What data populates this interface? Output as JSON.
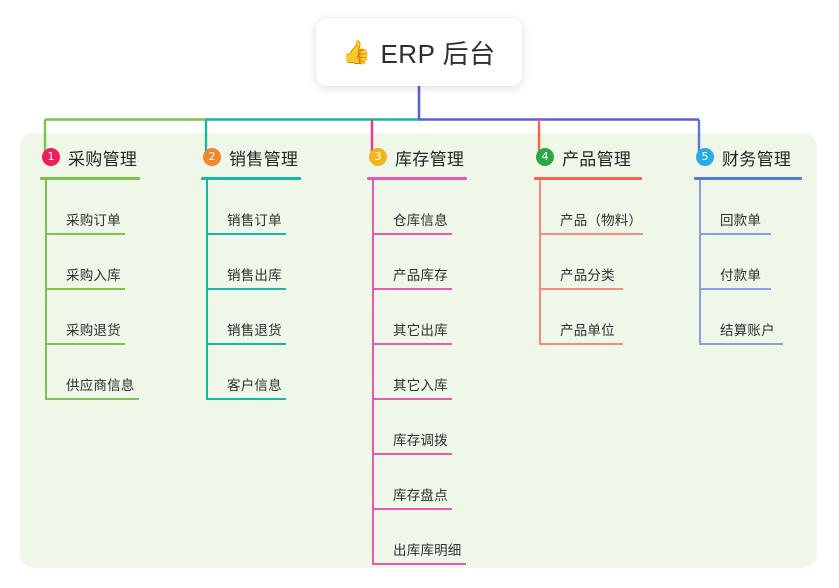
{
  "page": {
    "background": "#ffffff",
    "panel_background": "#eef7e8"
  },
  "root": {
    "icon": "thumbs-up-icon",
    "icon_glyph": "👍",
    "title": "ERP 后台",
    "stub_color": "#5b5fd0"
  },
  "bus": {
    "segments": [
      {
        "color": "#7dc24b"
      },
      {
        "color": "#18b6a7"
      },
      {
        "color": "#5b5fd0"
      }
    ]
  },
  "columns": [
    {
      "index": "1",
      "title": "采购管理",
      "badge_color": "#ee1f5a",
      "line_color": "#7dc24b",
      "header_rule_color": "#7dc24b",
      "drop_color": "#7dc24b",
      "rule_width": 100,
      "items": [
        {
          "label": "采购订单",
          "rule_width": 80
        },
        {
          "label": "采购入库",
          "rule_width": 80
        },
        {
          "label": "采购退货",
          "rule_width": 80
        },
        {
          "label": "供应商信息",
          "rule_width": 94
        }
      ]
    },
    {
      "index": "2",
      "title": "销售管理",
      "badge_color": "#f2862f",
      "line_color": "#18b6a7",
      "header_rule_color": "#18b6a7",
      "drop_color": "#18b6a7",
      "rule_width": 100,
      "items": [
        {
          "label": "销售订单",
          "rule_width": 80
        },
        {
          "label": "销售出库",
          "rule_width": 80
        },
        {
          "label": "销售退货",
          "rule_width": 80
        },
        {
          "label": "客户信息",
          "rule_width": 80
        }
      ]
    },
    {
      "index": "3",
      "title": "库存管理",
      "badge_color": "#f4b41a",
      "line_color": "#e85ab0",
      "header_rule_color": "#e85ab0",
      "drop_color": "#e8398c",
      "rule_width": 100,
      "items": [
        {
          "label": "仓库信息",
          "rule_width": 80
        },
        {
          "label": "产品库存",
          "rule_width": 80
        },
        {
          "label": "其它出库",
          "rule_width": 80
        },
        {
          "label": "其它入库",
          "rule_width": 80
        },
        {
          "label": "库存调拨",
          "rule_width": 80
        },
        {
          "label": "库存盘点",
          "rule_width": 80
        },
        {
          "label": "出库库明细",
          "rule_width": 94
        }
      ]
    },
    {
      "index": "4",
      "title": "产品管理",
      "badge_color": "#29a845",
      "line_color": "#f48a80",
      "header_rule_color": "#f4634f",
      "drop_color": "#f4634f",
      "rule_width": 108,
      "items": [
        {
          "label": "产品（物料）",
          "rule_width": 104
        },
        {
          "label": "产品分类",
          "rule_width": 84
        },
        {
          "label": "产品单位",
          "rule_width": 84
        }
      ]
    },
    {
      "index": "5",
      "title": "财务管理",
      "badge_color": "#29abe2",
      "line_color": "#8d9ee0",
      "header_rule_color": "#5b74d6",
      "drop_color": "#5b74d6",
      "rule_width": 108,
      "items": [
        {
          "label": "回款单",
          "rule_width": 72
        },
        {
          "label": "付款单",
          "rule_width": 72
        },
        {
          "label": "结算账户",
          "rule_width": 84
        }
      ]
    }
  ]
}
